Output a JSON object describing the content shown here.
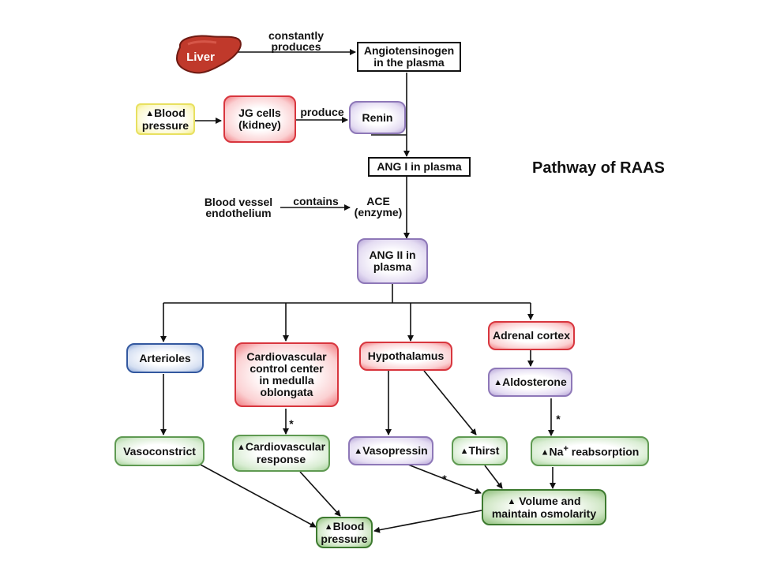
{
  "title": "Pathway of RAAS",
  "up_arrow": "▲",
  "liver": {
    "label": "Liver",
    "color": "#c0392b"
  },
  "edge_labels": {
    "constantly_produces": [
      "constantly",
      "produces"
    ],
    "produce": "produce",
    "contains": "contains",
    "star": "*"
  },
  "nodes": {
    "angiotensinogen": [
      "Angiotensinogen",
      "in the plasma"
    ],
    "blood_pressure_low": [
      "Blood",
      "pressure"
    ],
    "jg_cells": [
      "JG cells",
      "(kidney)"
    ],
    "renin": "Renin",
    "ang1": "ANG I in plasma",
    "endothelium": [
      "Blood vessel",
      "endothelium"
    ],
    "ace": [
      "ACE",
      "(enzyme)"
    ],
    "ang2": [
      "ANG II in",
      "plasma"
    ],
    "arterioles": "Arterioles",
    "cv_control": [
      "Cardiovascular",
      "control center",
      "in medulla",
      "oblongata"
    ],
    "hypothalamus": "Hypothalamus",
    "adrenal_cortex": "Adrenal cortex",
    "aldosterone": "Aldosterone",
    "vasoconstrict": "Vasoconstrict",
    "cv_response": [
      "Cardiovascular",
      "response"
    ],
    "vasopressin": "Vasopressin",
    "thirst": "Thirst",
    "na_reabsorption": {
      "prefix": "Na",
      "sup": "+",
      "suffix": " reabsorption"
    },
    "volume": [
      "Volume and",
      "maintain osmolarity"
    ],
    "blood_pressure_high": [
      "Blood",
      "pressure"
    ]
  }
}
